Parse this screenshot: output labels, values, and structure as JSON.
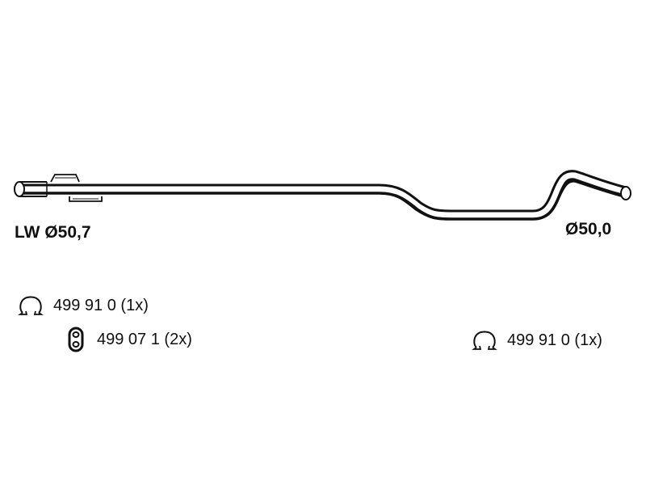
{
  "diagram": {
    "left_end_label": "LW Ø50,7",
    "right_end_label": "Ø50,0",
    "parts": [
      {
        "icon": "clamp-icon",
        "text": "499 91 0 (1x)"
      },
      {
        "icon": "rubber-hanger-icon",
        "text": "499 07 1  (2x)"
      },
      {
        "icon": "clamp-icon",
        "text": "499 91 0 (1x)"
      }
    ]
  }
}
